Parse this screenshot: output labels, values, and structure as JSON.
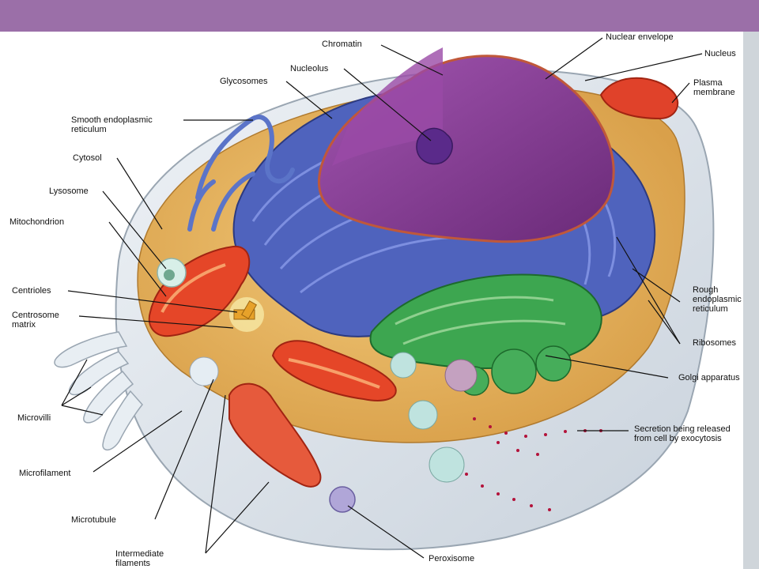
{
  "slide": {
    "header_color": "#9b6fa8",
    "edge_color": "#cfd5da"
  },
  "labels": {
    "chromatin": "Chromatin",
    "nuclear_envelope": "Nuclear envelope",
    "nucleolus": "Nucleolus",
    "nucleus": "Nucleus",
    "glycosomes": "Glycosomes",
    "plasma_membrane": "Plasma membrane",
    "smooth_er": "Smooth endoplasmic reticulum",
    "cytosol": "Cytosol",
    "lysosome": "Lysosome",
    "mitochondrion": "Mitochondrion",
    "centrioles": "Centrioles",
    "centrosome_matrix": "Centrosome matrix",
    "microvilli": "Microvilli",
    "microfilament": "Microfilament",
    "microtubule": "Microtubule",
    "intermediate_filaments": "Intermediate filaments",
    "peroxisome": "Peroxisome",
    "rough_er": "Rough endoplasmic reticulum",
    "ribosomes": "Ribosomes",
    "golgi": "Golgi apparatus",
    "secretion": "Secretion being released from cell by exocytosis"
  },
  "colors": {
    "cytoplasm": "#e6b35a",
    "membrane": "#dfe5ec",
    "nucleus": "#8a3a94",
    "er": "#4a5fb8",
    "golgi": "#3a9a45",
    "mitochondria": "#e0422a",
    "lysosome": "#cfe6e2"
  }
}
